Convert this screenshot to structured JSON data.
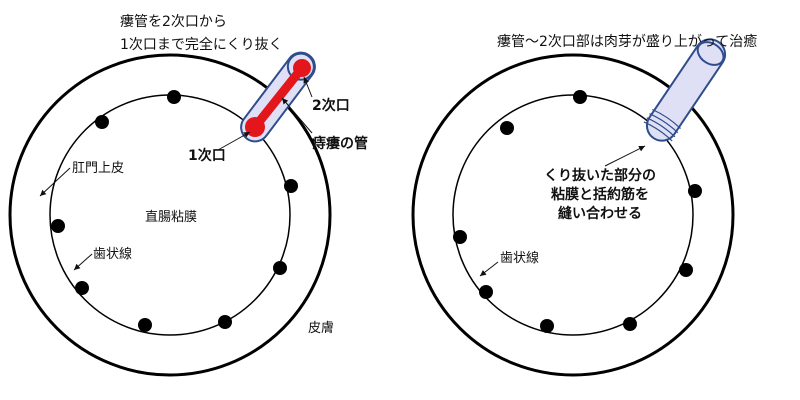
{
  "left": {
    "caption_line1": "瘻管を2次口から",
    "caption_line2": "1次口まで完全にくり抜く",
    "secondary_opening": "2次口",
    "fistula_tract": "痔瘻の管",
    "primary_opening": "1次口",
    "anal_epithelium": "肛門上皮",
    "rectal_mucosa": "直腸粘膜",
    "dentate_line": "歯状線",
    "skin": "皮膚"
  },
  "right": {
    "caption": "瘻管〜2次口部は肉芽が盛り上がって治癒",
    "note_line1": "くり抜いた部分の",
    "note_line2": "粘膜と括約筋を",
    "note_line3": "縫い合わせる",
    "dentate_line": "歯状線"
  },
  "colors": {
    "tract_red": "#e3161b",
    "tube_fill": "#dfe0f5",
    "tube_stroke": "#2f4d8c"
  }
}
